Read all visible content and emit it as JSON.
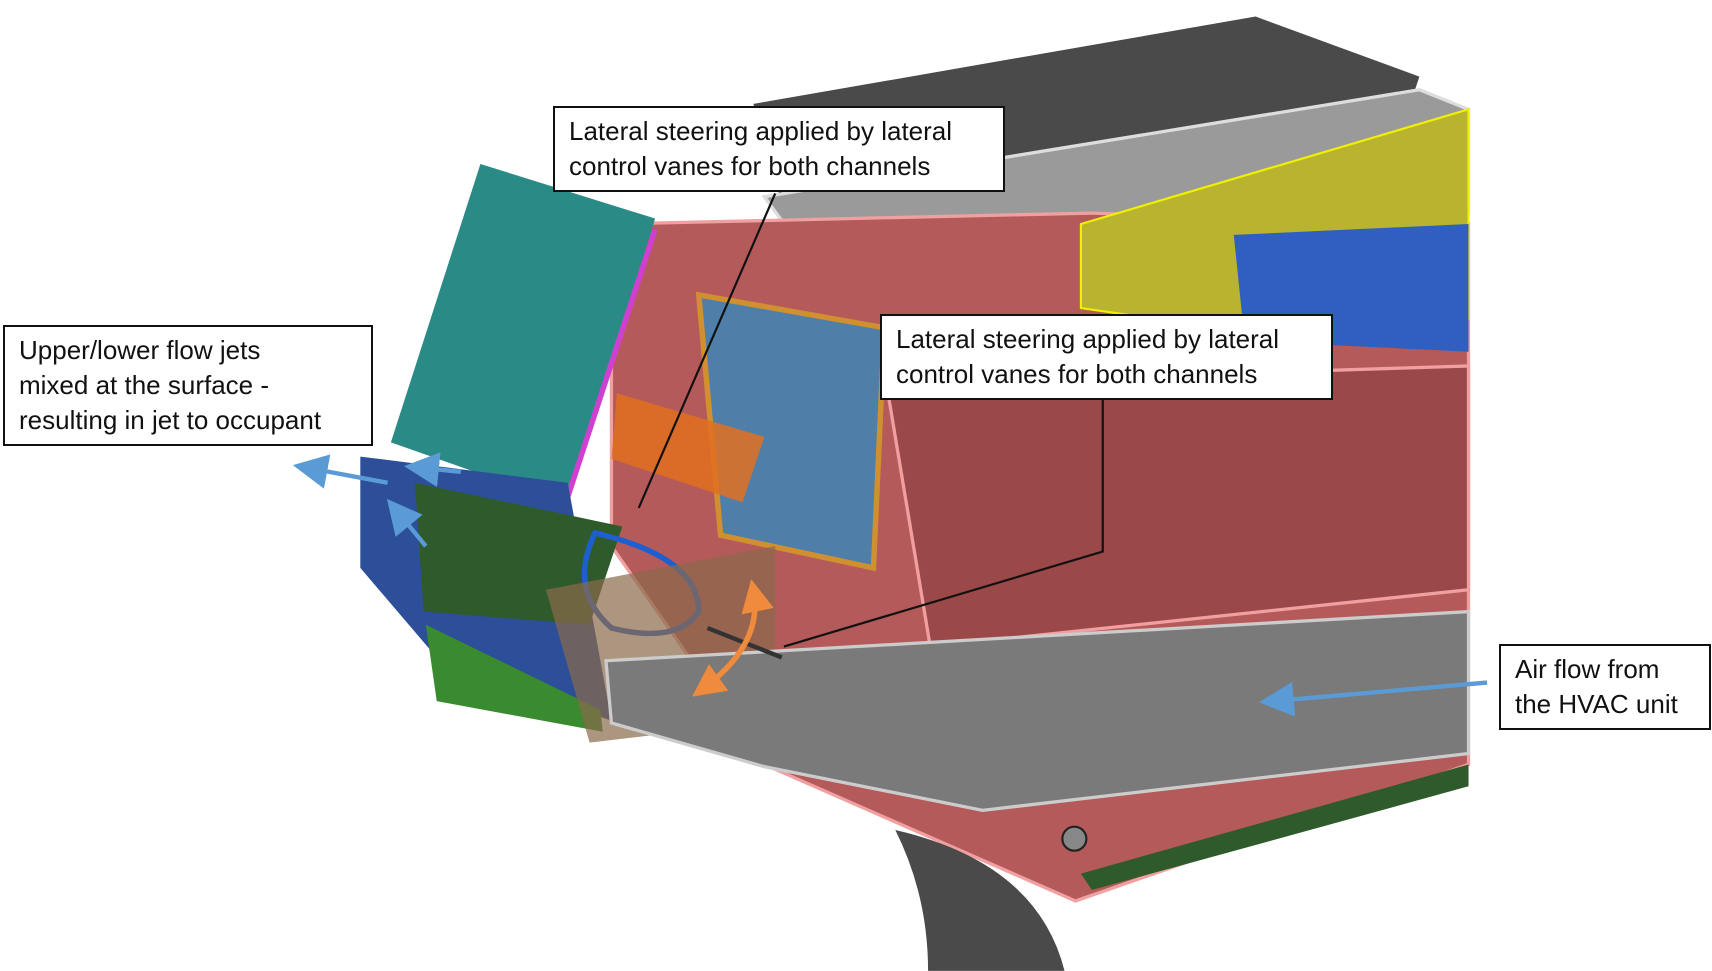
{
  "callouts": {
    "top": {
      "lines": [
        "Lateral steering applied by lateral",
        "control vanes for both channels"
      ]
    },
    "middle": {
      "lines": [
        "Lateral steering applied by lateral",
        "control vanes for both channels"
      ]
    },
    "left": {
      "lines": [
        "Upper/lower flow jets",
        "mixed at the surface -",
        "resulting in jet to occupant"
      ]
    },
    "right": {
      "lines": [
        "Air flow from",
        "the HVAC unit"
      ]
    }
  },
  "colors": {
    "arrow_blue": "#5b9bd5",
    "arrow_orange": "#f08a3c",
    "housing_red": "#b45a5a",
    "panel_teal": "#2a8a86",
    "bumper_blue": "#2d4f9a",
    "duct_green": "#2f5a2c",
    "yellow_part": "#b8b430",
    "gray_duct": "#7a7a7a",
    "lid_dark": "#4a4a4a"
  }
}
